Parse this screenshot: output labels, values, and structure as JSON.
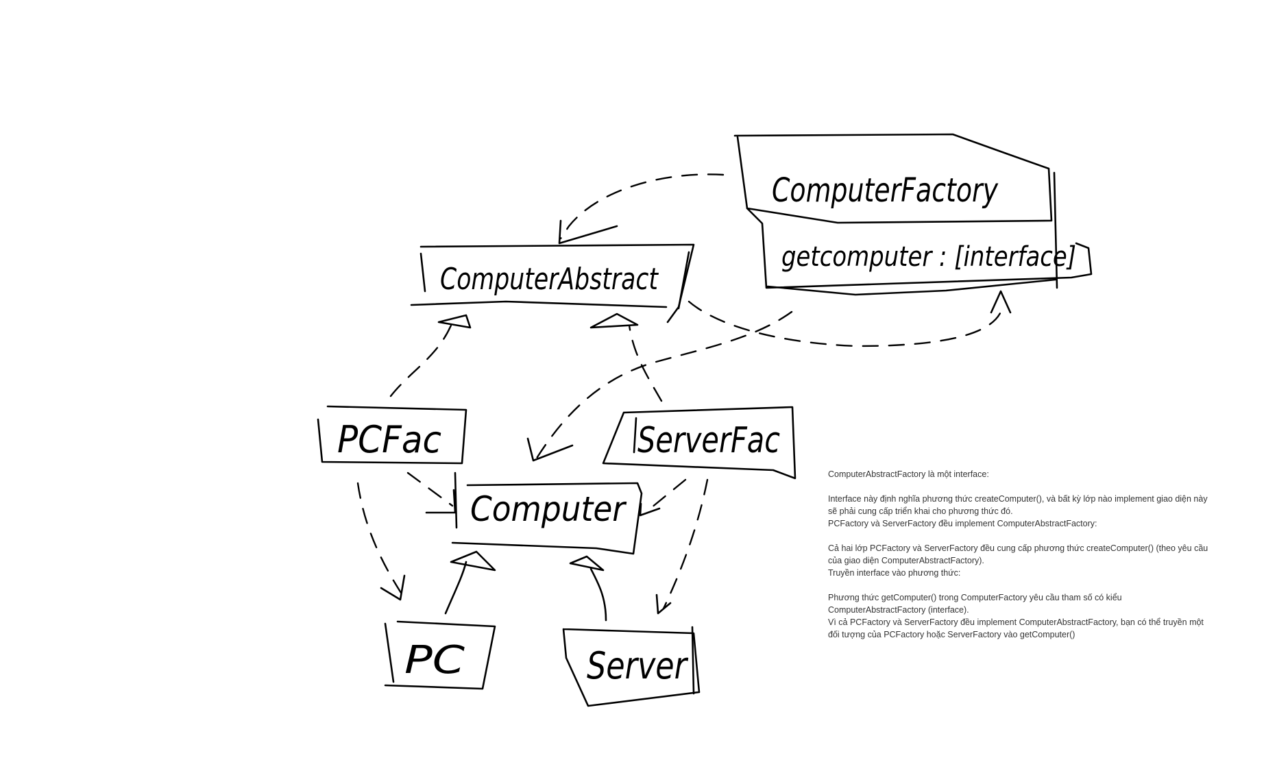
{
  "colors": {
    "ink": "#000000",
    "note_text": "#333333",
    "background": "#ffffff"
  },
  "nodes": {
    "computer_factory": "ComputerFactory",
    "computer_factory_method": "getcomputer : [interface]",
    "computer_abstract": "ComputerAbstract",
    "pc_fac": "PCFac",
    "server_fac": "ServerFac",
    "computer": "Computer",
    "pc": "PC",
    "server": "Server"
  },
  "notes": {
    "heading1": "ComputerAbstractFactory là một interface:",
    "para1": "Interface này định nghĩa phương thức createComputer(), và bất kỳ lớp nào implement giao diện này sẽ phải cung cấp triển khai cho phương thức đó.",
    "heading2": "PCFactory và ServerFactory đều implement ComputerAbstractFactory:",
    "para2": "Cả hai lớp PCFactory và ServerFactory đều cung cấp phương thức createComputer() (theo yêu cầu của giao diện ComputerAbstractFactory).",
    "heading3": "Truyền interface vào phương thức:",
    "para3": "Phương thức getComputer() trong ComputerFactory yêu cầu tham số có kiểu ComputerAbstractFactory (interface).",
    "para4": "Vì cả PCFactory và ServerFactory đều implement ComputerAbstractFactory, bạn có thể truyền một đối tượng của PCFactory hoặc ServerFactory vào getComputer()"
  }
}
